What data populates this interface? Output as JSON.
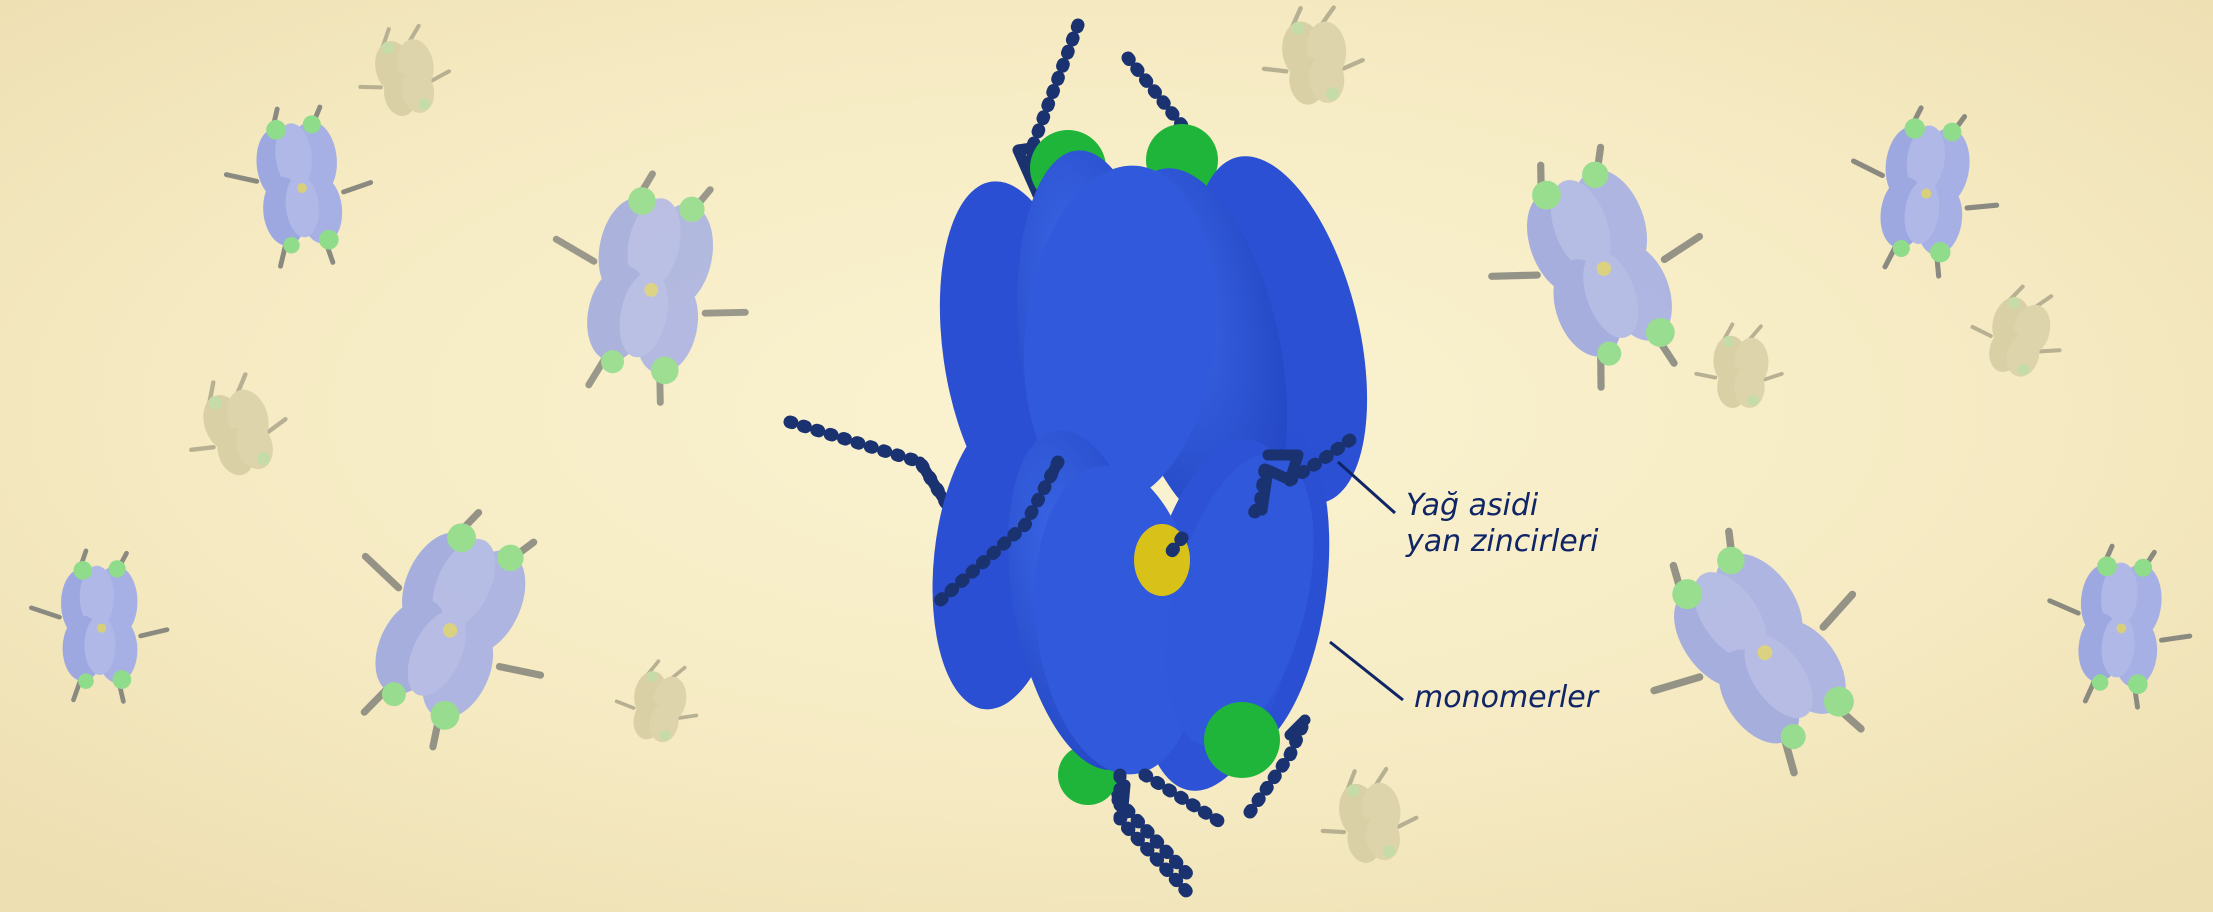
{
  "labels": {
    "fatty_acid_line1": "Yağ asidi",
    "fatty_acid_line2": "yan zincirleri",
    "monomers": "monomerler"
  },
  "colors": {
    "background": "#f6ecc4",
    "monomer_blue": "#2c55d8",
    "chain_navy": "#1a3270",
    "head_green": "#1fb53a",
    "core_yellow": "#d8c21a",
    "label_text": "#0f2566",
    "faded_particle": "#9aa6dd"
  },
  "icons": {
    "main_particle": "ellipsoid-protein-particle-icon",
    "background_particles": "faded-particle-icon"
  }
}
